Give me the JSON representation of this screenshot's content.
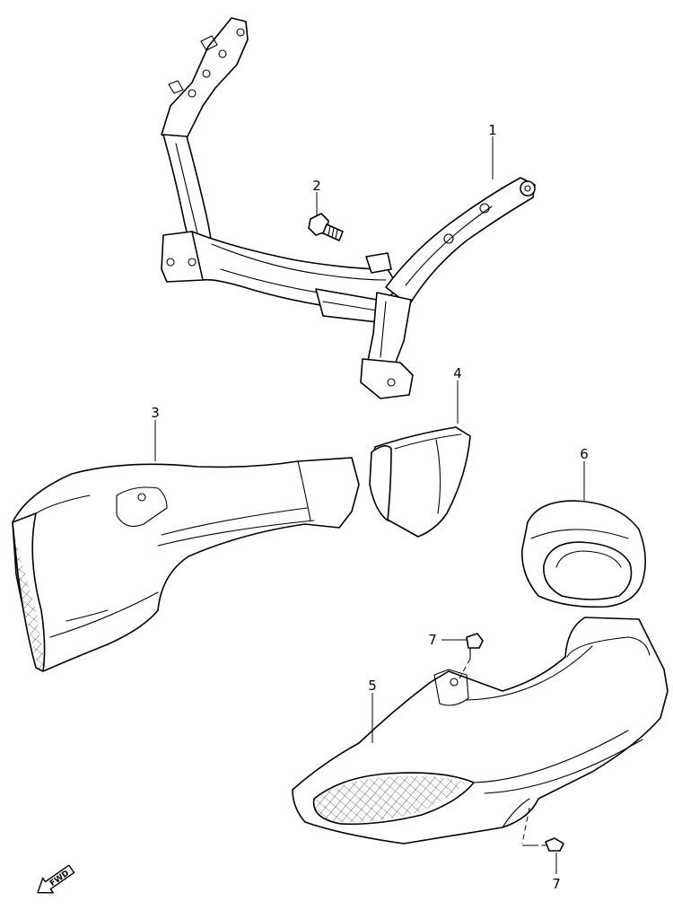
{
  "callouts": {
    "c1": "1",
    "c2": "2",
    "c3": "3",
    "c4": "4",
    "c5": "5",
    "c6": "6",
    "c7a": "7",
    "c7b": "7"
  },
  "fwd_label": "FWD"
}
